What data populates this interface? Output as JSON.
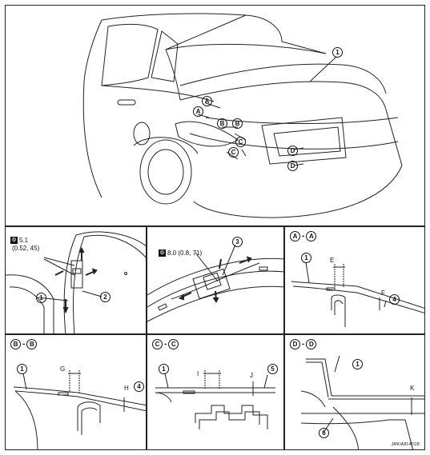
{
  "diagram": {
    "callouts": {
      "part1": "1",
      "part2": "2",
      "part3": "3",
      "part4": "4",
      "part5": "5",
      "part6": "6",
      "sectA": "A",
      "sectB": "B",
      "sectC": "C",
      "sectD": "D"
    },
    "dimensions": {
      "E": "E",
      "F": "F",
      "G": "G",
      "H": "H",
      "I": "I",
      "J": "J",
      "K": "K"
    },
    "section_titles": {
      "aa": "A - A",
      "bb": "B - B",
      "cc": "C - C",
      "dd": "D - D"
    },
    "torque": {
      "hinge": "5.1",
      "hinge_units": "(0.52, 45)",
      "latch": "8.0 (0.8, 71)"
    },
    "figure_code": "JMKIA8147GB"
  }
}
